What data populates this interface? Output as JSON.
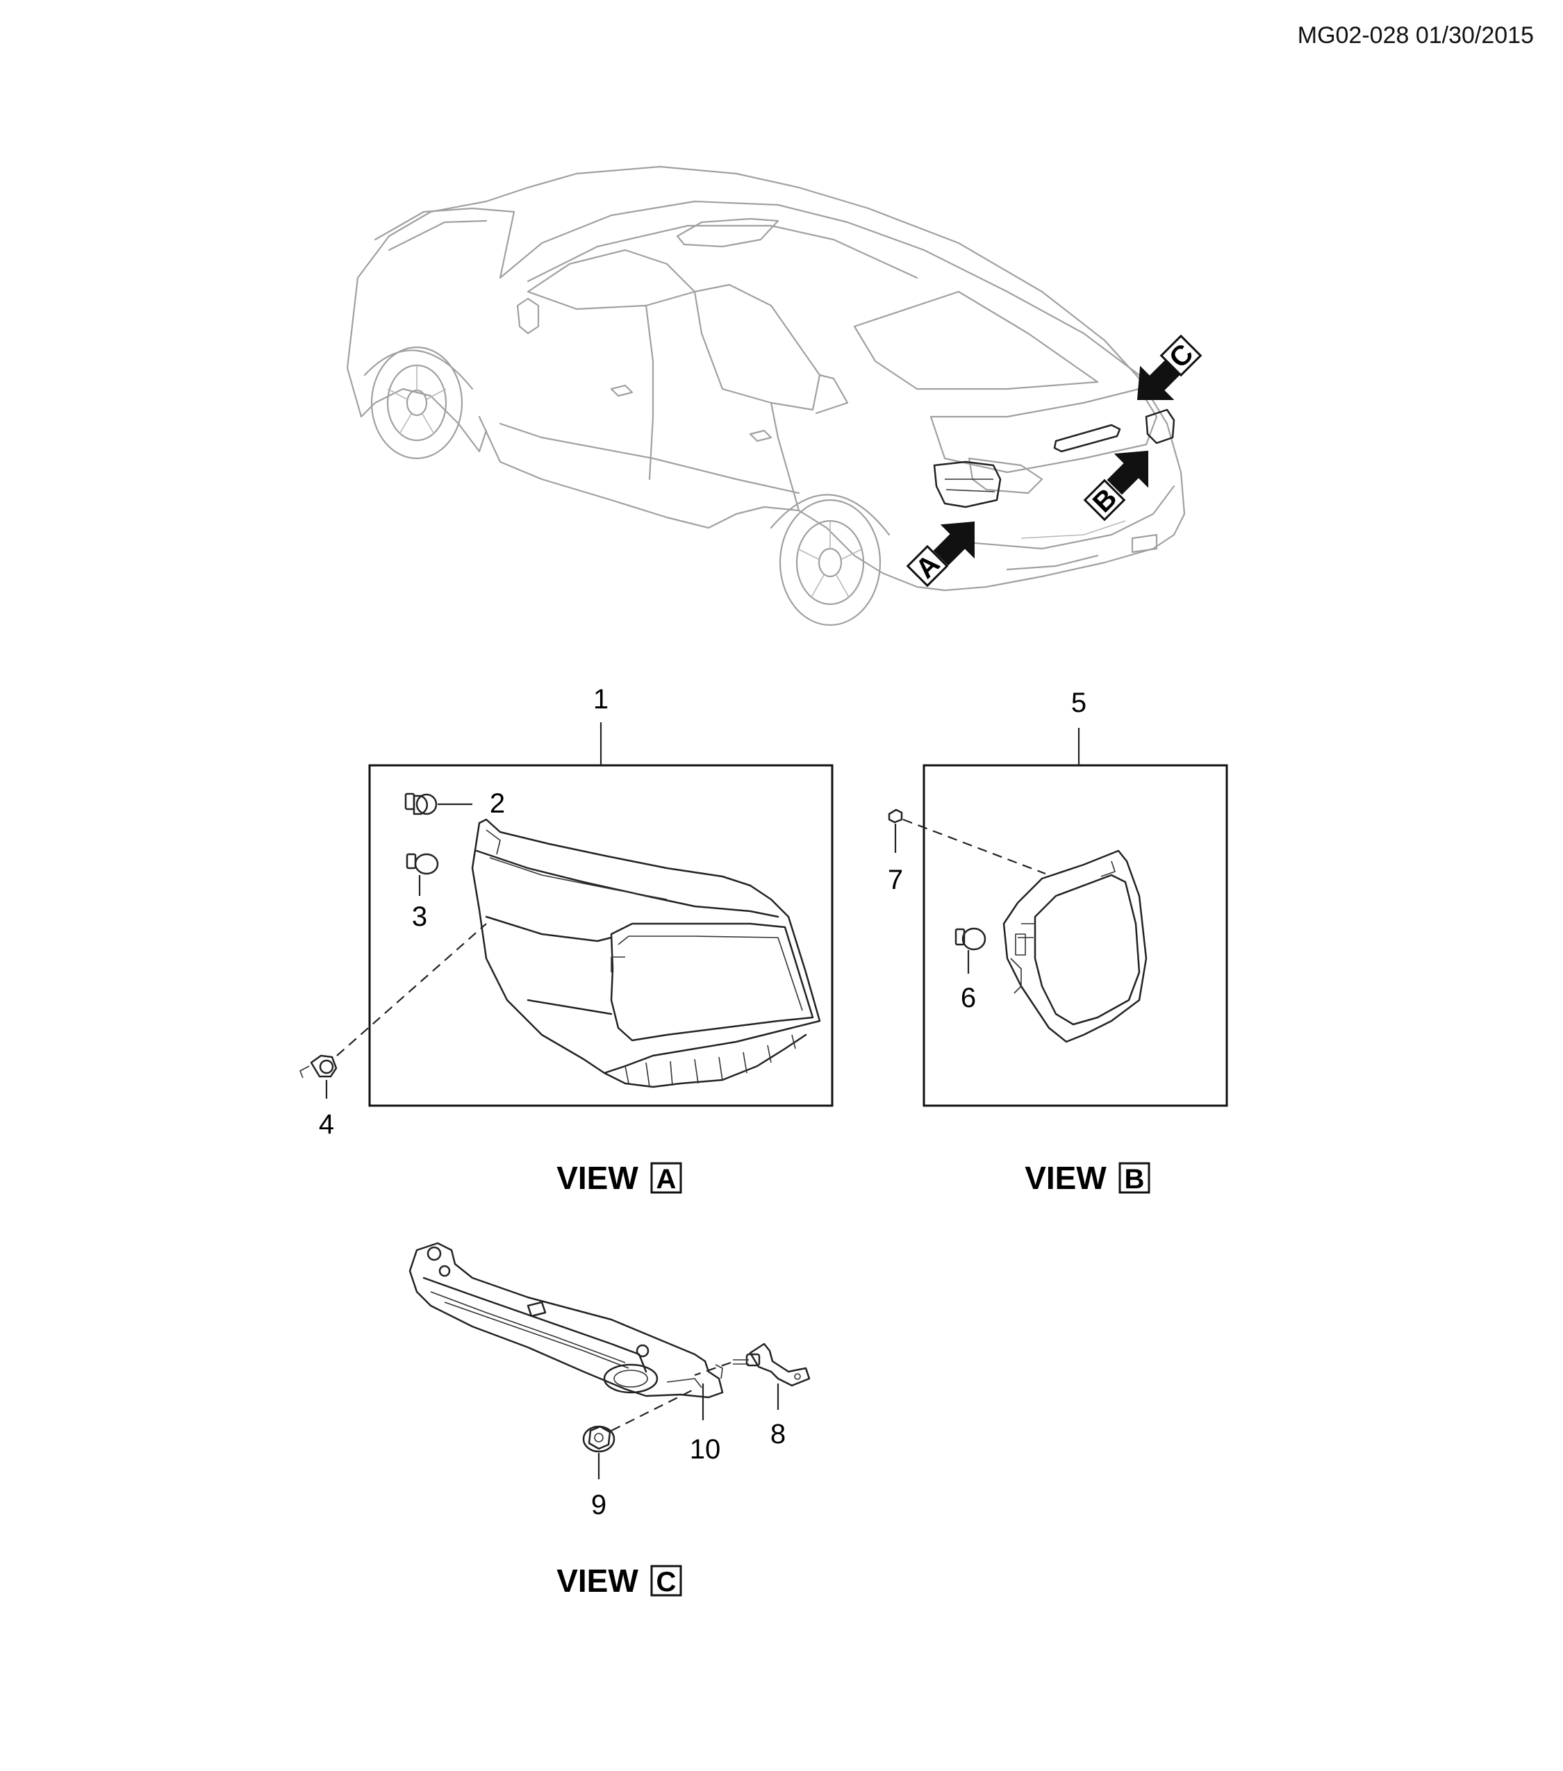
{
  "doc_id": "MG02-028 01/30/2015",
  "view_word": "VIEW",
  "arrow_labels": [
    "A",
    "B",
    "C"
  ],
  "callouts": {
    "c1": "1",
    "c2": "2",
    "c3": "3",
    "c4": "4",
    "c5": "5",
    "c6": "6",
    "c7": "7",
    "c8": "8",
    "c9": "9",
    "c10": "10"
  },
  "colors": {
    "line": "#222222",
    "car_outline": "#a0a0a0",
    "background": "#ffffff"
  }
}
